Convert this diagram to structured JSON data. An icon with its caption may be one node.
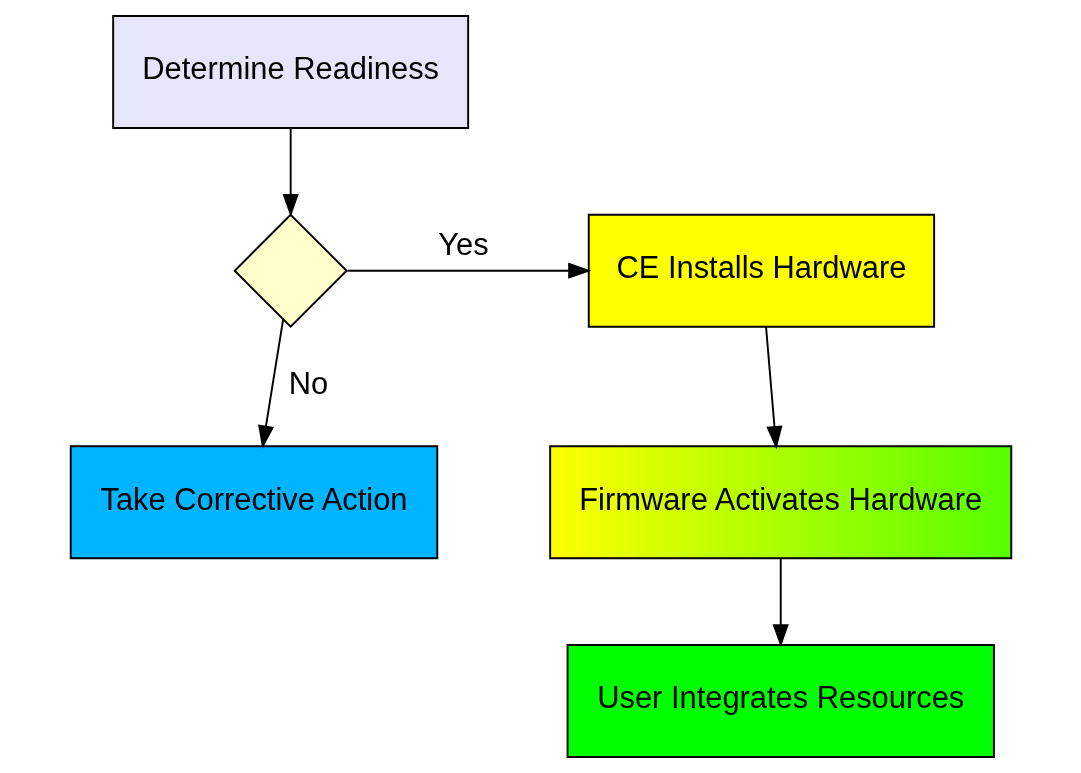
{
  "diagram": {
    "nodes": [
      {
        "text": [
          "Determine Readiness"
        ]
      },
      {
        "text": [],
        "shape": "diamond"
      },
      {
        "text": [
          "CE Installs Hardware"
        ]
      },
      {
        "text": [
          "Firmware Activates Hardware"
        ]
      },
      {
        "text": [
          "User Integrates Resources"
        ]
      },
      {
        "text": [
          "Take Corrective Action"
        ]
      }
    ],
    "edges": [
      {
        "from": 0,
        "to": 1,
        "arrow": "to"
      },
      {
        "from": 1,
        "to": 2,
        "arrow": "to",
        "label": "Yes"
      },
      {
        "from": 2,
        "to": 3,
        "arrow": "to"
      },
      {
        "from": 3,
        "to": 4,
        "arrow": "to"
      },
      {
        "from": 1,
        "to": 5,
        "arrow": "to",
        "label": "No"
      }
    ]
  }
}
